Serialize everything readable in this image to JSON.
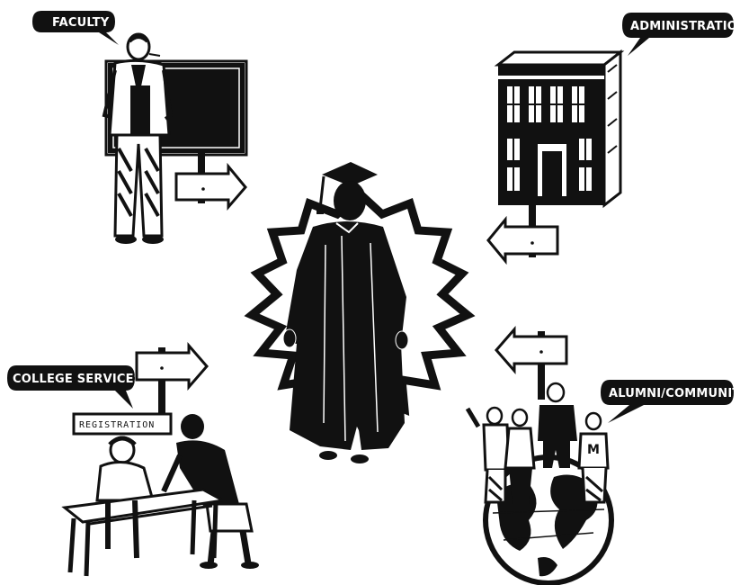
{
  "labels": {
    "faculty": "FACULTY",
    "administration": "ADMINISTRATION",
    "college_services": "COLLEGE SERVICES",
    "alumni_community": "ALUMNI/COMMUNITY"
  },
  "signs": {
    "registration": "REGISTRATION",
    "sweater_letter": "M"
  },
  "colors": {
    "ink": "#111111",
    "paper": "#ffffff",
    "bubble": "#111111",
    "bubble_text": "#ffffff"
  },
  "icons": [
    "graduate-figure",
    "starburst",
    "faculty-teacher",
    "chalkboard",
    "college-building",
    "registration-desk",
    "globe",
    "arrow-sign"
  ]
}
